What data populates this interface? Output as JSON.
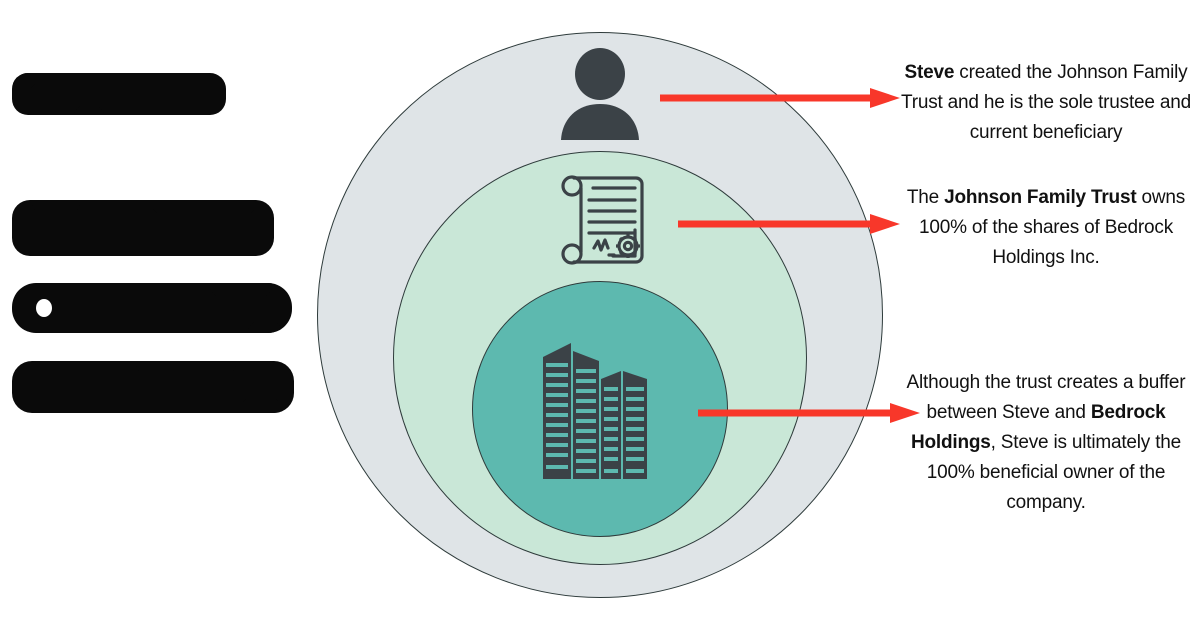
{
  "diagram": {
    "title_redacted": true,
    "legend": {
      "note": "Left-hand heading is visually redacted (solid black blocks) in the source image",
      "lines": [
        {
          "id": "line-1",
          "text": "",
          "redacted": true
        },
        {
          "id": "line-2",
          "text": "",
          "redacted": true
        },
        {
          "id": "line-3",
          "text": "",
          "redacted": true
        },
        {
          "id": "line-4",
          "text": "",
          "redacted": true
        }
      ]
    },
    "rings": [
      {
        "id": "outer-ring",
        "name": "individual-owner-ring",
        "icon": "person-icon",
        "fill": "#dfe4e7",
        "stroke": "#2e3b3b"
      },
      {
        "id": "middle-ring",
        "name": "trust-ring",
        "icon": "certificate-scroll-icon",
        "fill": "#c9e7d7",
        "stroke": "#2e3b3b"
      },
      {
        "id": "inner-ring",
        "name": "company-ring",
        "icon": "office-building-icon",
        "fill": "#5db9af",
        "stroke": "#2e3b3b"
      }
    ],
    "arrows": [
      {
        "id": "arrow-1",
        "name": "arrow-to-person-note",
        "color": "#f8372a"
      },
      {
        "id": "arrow-2",
        "name": "arrow-to-trust-note",
        "color": "#f8372a"
      },
      {
        "id": "arrow-3",
        "name": "arrow-to-company-note",
        "color": "#f8372a"
      }
    ],
    "notes": [
      {
        "id": "note-1",
        "name": "person-annotation",
        "parts": [
          {
            "text": "Steve",
            "bold": true
          },
          {
            "text": " created the Johnson Family Trust and he is the sole trustee and current beneficiary",
            "bold": false
          }
        ],
        "plain": "Steve created the Johnson Family Trust and he is the sole trustee and current beneficiary"
      },
      {
        "id": "note-2",
        "name": "trust-annotation",
        "parts": [
          {
            "text": "The ",
            "bold": false
          },
          {
            "text": "Johnson Family Trust",
            "bold": true
          },
          {
            "text": " owns 100% of the shares of Bedrock Holdings Inc.",
            "bold": false
          }
        ],
        "plain": "The Johnson Family Trust owns 100% of the shares of Bedrock Holdings Inc."
      },
      {
        "id": "note-3",
        "name": "company-annotation",
        "parts": [
          {
            "text": "Although the trust creates a buffer between Steve and ",
            "bold": false
          },
          {
            "text": "Bedrock Holdings",
            "bold": true
          },
          {
            "text": ", Steve is ultimately the 100% beneficial owner of the company.",
            "bold": false
          }
        ],
        "plain": "Although the trust creates a buffer between Steve and Bedrock Holdings, Steve is ultimately the 100% beneficial owner of the company."
      }
    ],
    "colors": {
      "outer_ring": "#dfe4e7",
      "middle_ring": "#c9e7d7",
      "inner_ring": "#5db9af",
      "ring_stroke": "#2e3b3b",
      "icon_dark": "#3b4247",
      "arrow_red": "#f8372a",
      "text": "#111111",
      "background": "#ffffff"
    }
  }
}
